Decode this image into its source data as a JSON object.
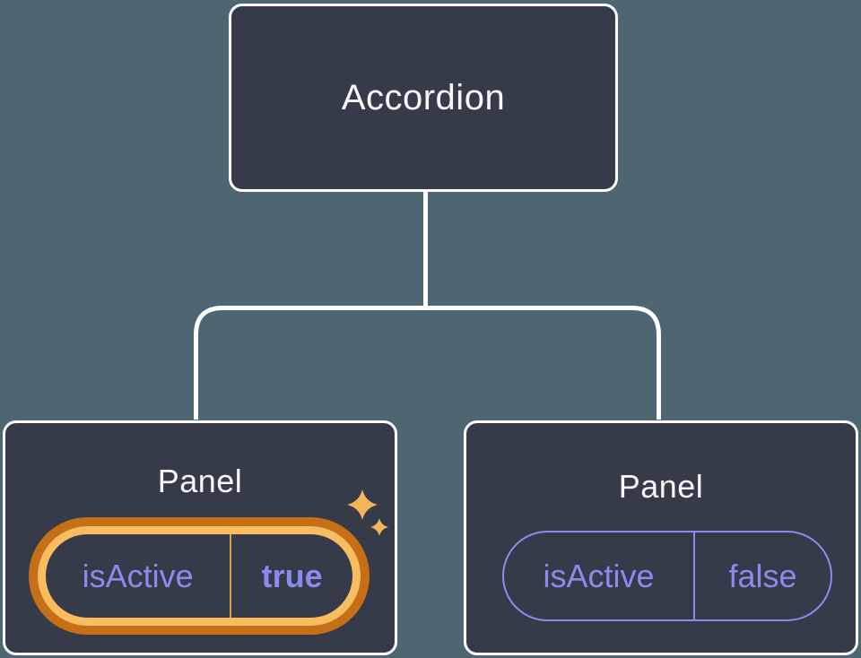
{
  "diagram": {
    "root_node": {
      "label": "Accordion"
    },
    "panels": [
      {
        "title": "Panel",
        "prop": {
          "name": "isActive",
          "value": "true"
        },
        "highlighted": true
      },
      {
        "title": "Panel",
        "prop": {
          "name": "isActive",
          "value": "false"
        },
        "highlighted": false
      }
    ],
    "icons": {
      "sparkle": "✦"
    },
    "colors": {
      "background": "#4d6671",
      "node_fill": "#353b48",
      "node_border": "#ffffff",
      "node_text": "#f6f7f9",
      "connector": "#ffffff",
      "prop_text": "#8b8bef",
      "highlight_ring_outer": "#c66f17",
      "highlight_ring_inner": "#f9bd60",
      "highlight_divider": "#dda04a",
      "sparkle": "#f5b65a"
    }
  }
}
